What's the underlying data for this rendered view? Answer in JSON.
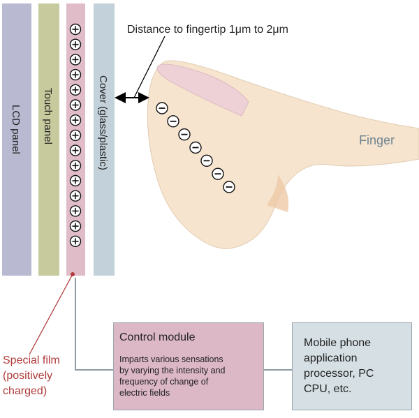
{
  "layers": {
    "lcd": "LCD panel",
    "touch": "Touch panel",
    "cover": "Cover (glass/plastic)"
  },
  "distance_label": "Distance to fingertip 1μm to 2μm",
  "finger_label": "Finger",
  "film_label": [
    "Special film",
    "(positively",
    "charged)"
  ],
  "control_module": {
    "title": "Control module",
    "body": [
      "Imparts various sensations",
      "by varying the intensity and",
      "frequency of change of",
      "electric fields"
    ]
  },
  "processor": {
    "lines": [
      "Mobile phone",
      "application",
      "processor, PC",
      "CPU, etc."
    ]
  },
  "colors": {
    "lcd": "#b9b9d2",
    "touch": "#c6ca9d",
    "film": "#dfbcc8",
    "cover": "#c3d1da",
    "finger": "#f6e4cf",
    "nail": "#edd1d6",
    "control_box": "#dcb7c6",
    "processor_box": "#d5dfe4",
    "film_label": "#b03a3a",
    "finger_text": "#6f8590"
  },
  "plus_count": 15,
  "minus_count": 7
}
